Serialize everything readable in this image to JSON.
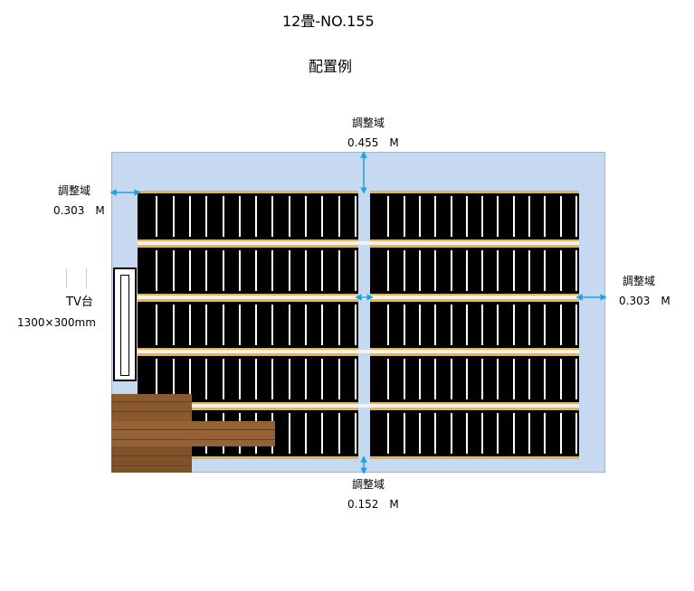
{
  "header": {
    "title": "12畳-NO.155",
    "subtitle": "配置例"
  },
  "labels": {
    "top": {
      "name": "調整域",
      "value": "0.455　M"
    },
    "left": {
      "name": "調整域",
      "value": "0.303　M"
    },
    "right": {
      "name": "調整域",
      "value": "0.303　M"
    },
    "bottom": {
      "name": "調整域",
      "value": "0.152　M"
    }
  },
  "furniture": {
    "tv_name": "TV台",
    "tv_size": "1300×300mm"
  },
  "layout_info": {
    "panel_rows": 5,
    "panel_columns": 2,
    "strips_per_panel": 12
  },
  "colors": {
    "room": "#c6d9f0",
    "panel": "#000000",
    "panel_edge": "#e9b646",
    "arrow": "#1aa1e6",
    "wood": "#8a5a2e"
  }
}
